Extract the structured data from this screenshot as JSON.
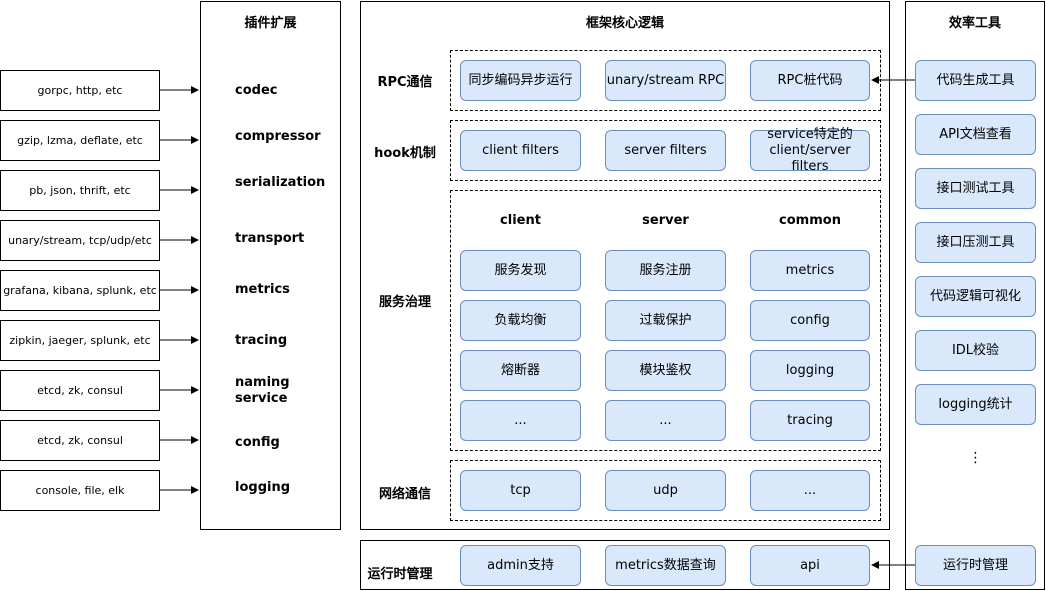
{
  "plugin_panel": {
    "title": "插件扩展",
    "items": [
      "codec",
      "compressor",
      "serialization",
      "transport",
      "metrics",
      "tracing",
      "naming\nservice",
      "config",
      "logging"
    ]
  },
  "sources": [
    "gorpc, http, etc",
    "gzip, lzma, deflate, etc",
    "pb, json, thrift, etc",
    "unary/stream, tcp/udp/etc",
    "grafana, kibana, splunk, etc",
    "zipkin, jaeger, splunk, etc",
    "etcd, zk, consul",
    "etcd, zk, consul",
    "console, file, elk"
  ],
  "core": {
    "title": "框架核心逻辑",
    "rpc": {
      "label": "RPC通信",
      "boxes": [
        "同步编码异步运行",
        "unary/stream RPC",
        "RPC桩代码"
      ]
    },
    "hook": {
      "label": "hook机制",
      "boxes": [
        "client filters",
        "server filters",
        "service特定的\nclient/server filters"
      ]
    },
    "governance": {
      "label": "服务治理",
      "headers": [
        "client",
        "server",
        "common"
      ],
      "client": [
        "服务发现",
        "负载均衡",
        "熔断器",
        "..."
      ],
      "server": [
        "服务注册",
        "过载保护",
        "模块鉴权",
        "..."
      ],
      "common": [
        "metrics",
        "config",
        "logging",
        "tracing"
      ]
    },
    "network": {
      "label": "网络通信",
      "boxes": [
        "tcp",
        "udp",
        "..."
      ]
    }
  },
  "runtime": {
    "label": "运行时管理",
    "boxes": [
      "admin支持",
      "metrics数据查询",
      "api"
    ]
  },
  "tools": {
    "title": "效率工具",
    "items": [
      "代码生成工具",
      "API文档查看",
      "接口测试工具",
      "接口压测工具",
      "代码逻辑可视化",
      "IDL校验",
      "logging统计"
    ],
    "ellipsis": "⋮",
    "runtime_tool": "运行时管理"
  },
  "colors": {
    "box_fill": "#dae8fc",
    "box_border": "#6c8ebf",
    "line": "#000000"
  }
}
